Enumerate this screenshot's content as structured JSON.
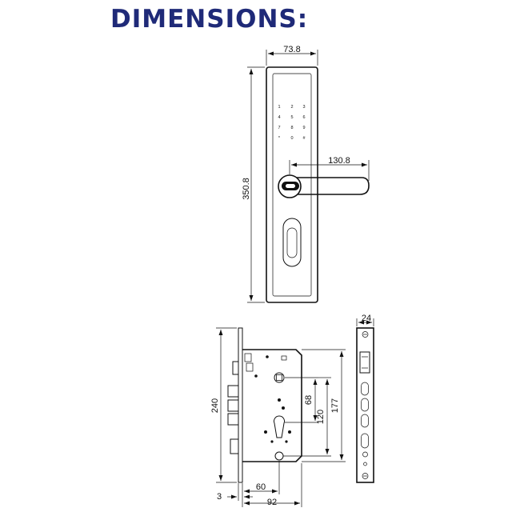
{
  "title": "DIMENSIONS:",
  "front_view": {
    "width": "73.8",
    "height": "350.8",
    "handle_length": "130.8",
    "keypad_keys": [
      "1",
      "2",
      "3",
      "4",
      "5",
      "6",
      "7",
      "8",
      "9",
      "*",
      "0",
      "#"
    ]
  },
  "mortise_side": {
    "height": "240",
    "faceplate_thickness": "3",
    "backset": "60",
    "body_width": "92",
    "spindle_to_cylinder": "68",
    "total_c_to_c": "120",
    "body_height": "177"
  },
  "faceplate_front": {
    "width": "24"
  }
}
